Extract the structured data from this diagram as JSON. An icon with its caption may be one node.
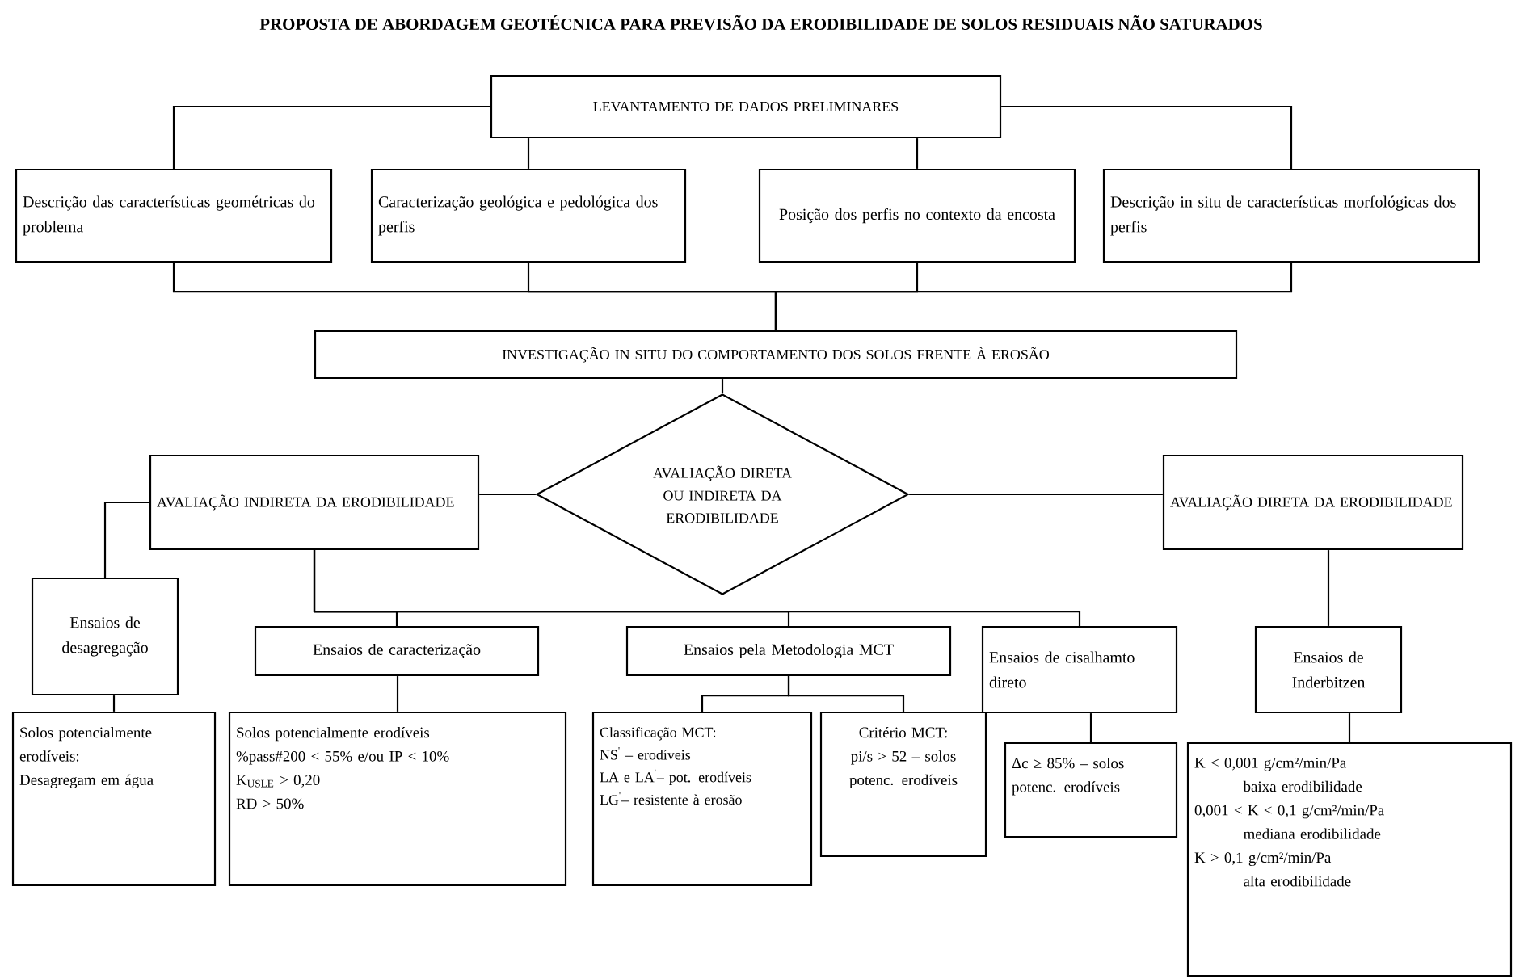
{
  "diagram": {
    "title": "PROPOSTA DE ABORDAGEM GEOTÉCNICA PARA PREVISÃO DA ERODIBILIDADE DE SOLOS RESIDUAIS NÃO SATURADOS",
    "nodes": [
      {
        "text": [
          "LEVANTAMENTO DE DADOS PRELIMINARES"
        ]
      },
      {
        "text": [
          "Descrição das características geométricas do problema"
        ]
      },
      {
        "text": [
          "Caracterização geológica e pedológica dos perfis"
        ]
      },
      {
        "text": [
          "Posição dos perfis no contexto da encosta"
        ]
      },
      {
        "text": [
          "Descrição in situ de características morfológicas dos perfis"
        ]
      },
      {
        "text": [
          "INVESTIGAÇÃO IN SITU DO COMPORTAMENTO DOS SOLOS FRENTE À EROSÃO"
        ]
      },
      {
        "text": [
          "AVALIAÇÃO DIRETA OU INDIRETA DA ERODIBILIDADE"
        ]
      },
      {
        "text": [
          "AVALIAÇÃO INDIRETA DA ERODIBILIDADE"
        ]
      },
      {
        "text": [
          "AVALIAÇÃO DIRETA DA ERODIBILIDADE"
        ]
      },
      {
        "text": [
          "Ensaios de desagregação"
        ]
      },
      {
        "text": [
          "Ensaios de caracterização"
        ]
      },
      {
        "text": [
          "Ensaios pela Metodologia MCT"
        ]
      },
      {
        "text": [
          "Ensaios de cisalhamto direto"
        ]
      },
      {
        "text": [
          "Ensaios de Inderbitzen"
        ]
      },
      {
        "text": [
          "Solos potencialmente erodíveis:",
          "Desagregam em água"
        ]
      },
      {
        "text": [
          "Solos potencialmente erodíveis",
          "%pass#200 < 55% e/ou IP < 10%",
          "K$_{USLE}$ > 0,20",
          "RD > 50%"
        ]
      },
      {
        "text": [
          "Classificação MCT:",
          "NS$^{'}$ – erodíveis",
          "LA e LA$^{'}$– pot. erodíveis",
          "LG$^{'}$– resistente à erosão"
        ]
      },
      {
        "text": [
          "Critério MCT:",
          "pi/s > 52 – solos potenc. erodíveis"
        ]
      },
      {
        "text": [
          "Δc ≥ 85% – solos potenc. erodíveis"
        ]
      },
      {
        "text": [
          "K < 0,001 g/cm²/min/Pa",
          "baixa erodibilidade",
          "0,001 < K < 0,1 g/cm²/min/Pa",
          "mediana erodibilidade",
          "K > 0,1 g/cm²/min/Pa",
          "alta erodibilidade"
        ]
      }
    ],
    "edges": [
      {
        "from": 0,
        "to": 1,
        "arrow": "none"
      },
      {
        "from": 0,
        "to": 2,
        "arrow": "none"
      },
      {
        "from": 0,
        "to": 3,
        "arrow": "none"
      },
      {
        "from": 0,
        "to": 4,
        "arrow": "none"
      },
      {
        "from": 1,
        "to": 5,
        "arrow": "none"
      },
      {
        "from": 2,
        "to": 5,
        "arrow": "none"
      },
      {
        "from": 3,
        "to": 5,
        "arrow": "none"
      },
      {
        "from": 4,
        "to": 5,
        "arrow": "none"
      },
      {
        "from": 5,
        "to": 6,
        "arrow": "none"
      },
      {
        "from": 6,
        "to": 7,
        "arrow": "none"
      },
      {
        "from": 6,
        "to": 8,
        "arrow": "none"
      },
      {
        "from": 7,
        "to": 9,
        "arrow": "none"
      },
      {
        "from": 7,
        "to": 10,
        "arrow": "none"
      },
      {
        "from": 7,
        "to": 11,
        "arrow": "none"
      },
      {
        "from": 7,
        "to": 12,
        "arrow": "none"
      },
      {
        "from": 8,
        "to": 13,
        "arrow": "none"
      },
      {
        "from": 9,
        "to": 14,
        "arrow": "none"
      },
      {
        "from": 10,
        "to": 15,
        "arrow": "none"
      },
      {
        "from": 11,
        "to": 16,
        "arrow": "none"
      },
      {
        "from": 11,
        "to": 17,
        "arrow": "none"
      },
      {
        "from": 12,
        "to": 18,
        "arrow": "none"
      },
      {
        "from": 13,
        "to": 19,
        "arrow": "none"
      }
    ]
  }
}
